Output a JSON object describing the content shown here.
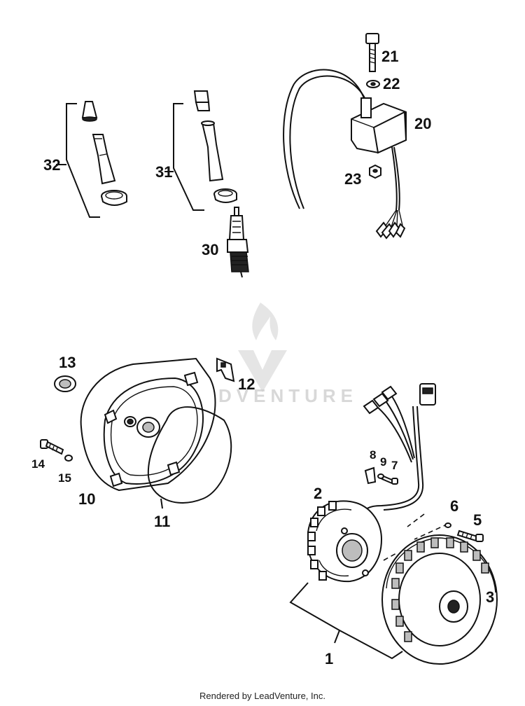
{
  "diagram": {
    "watermark": "LEADVENTURE",
    "footer": "Rendered by LeadVenture, Inc.",
    "callouts": {
      "n1": "1",
      "n2": "2",
      "n3": "3",
      "n5": "5",
      "n6": "6",
      "n7": "7",
      "n8": "8",
      "n9": "9",
      "n10": "10",
      "n11": "11",
      "n12": "12",
      "n13": "13",
      "n14": "14",
      "n15": "15",
      "n20": "20",
      "n21": "21",
      "n22": "22",
      "n23": "23",
      "n30": "30",
      "n31": "31",
      "n32": "32"
    }
  }
}
